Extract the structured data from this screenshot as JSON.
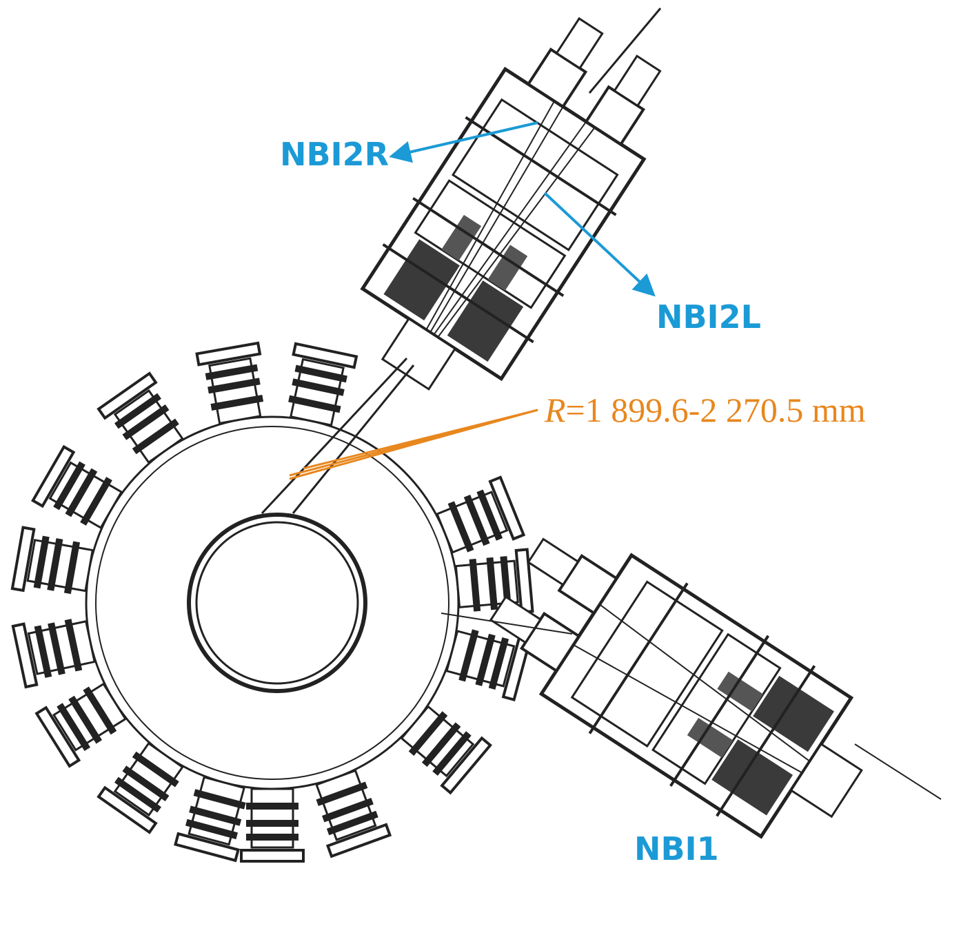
{
  "labels": {
    "nbi2r": "NBI2R",
    "nbi2l": "NBI2L",
    "nbi1": "NBI1",
    "radius_symbol": "R",
    "radius_value": "=1 899.6-2 270.5 mm"
  },
  "colors": {
    "label_blue": "#1b9ad6",
    "radius_orange": "#e8871e",
    "drawing": "#222222",
    "fill_dark": "#3a3a3a",
    "fill_mid": "#8a8a8a"
  }
}
